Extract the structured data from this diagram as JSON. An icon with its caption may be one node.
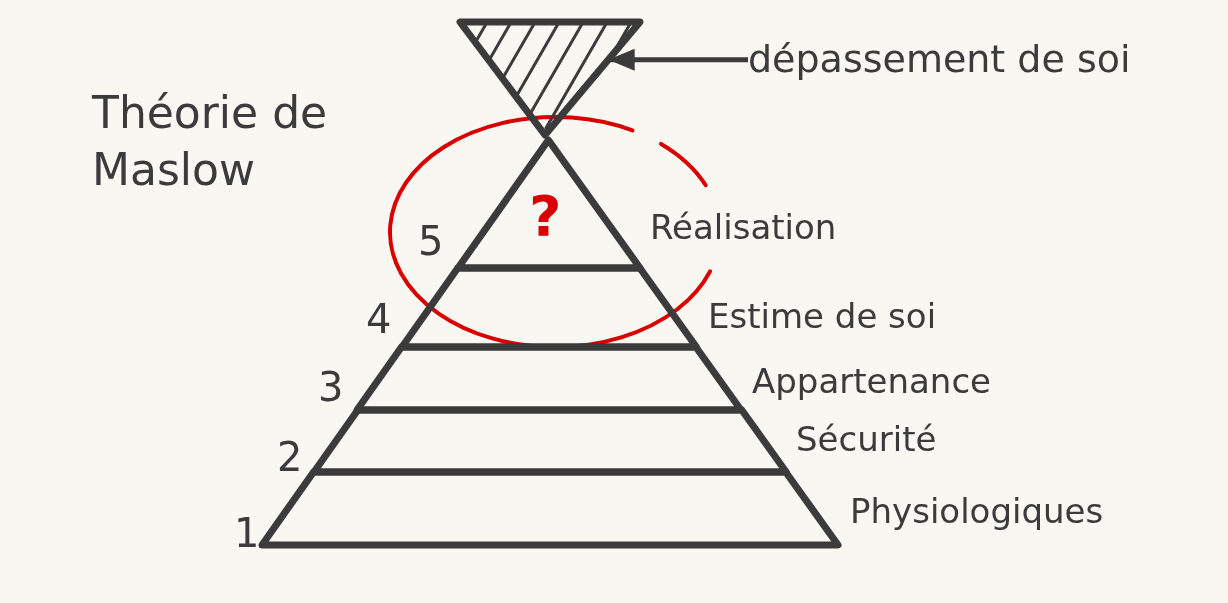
{
  "diagram": {
    "title": "Théorie de Maslow",
    "nodes": [
      {
        "text": [],
        "shape": "triangle"
      },
      {
        "text": [
          "dépassement de soi"
        ]
      },
      {
        "text": [
          "?",
          "Réalisation"
        ],
        "beside": [
          "5"
        ]
      },
      {
        "text": [
          "Estime de soi"
        ],
        "beside": [
          "4"
        ]
      },
      {
        "text": [
          "Appartenance"
        ],
        "beside": [
          "3"
        ]
      },
      {
        "text": [
          "Sécurité"
        ],
        "beside": [
          "2"
        ]
      },
      {
        "text": [
          "Physiologiques"
        ],
        "beside": [
          "1"
        ]
      }
    ],
    "edges": [
      {
        "from": 1,
        "to": 0,
        "arrow": "to"
      }
    ]
  }
}
